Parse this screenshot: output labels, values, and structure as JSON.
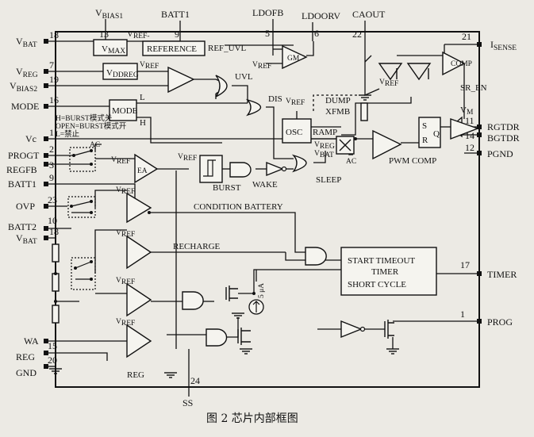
{
  "figure": {
    "caption": "图 2   芯片内部框图"
  },
  "top_pins": {
    "vbias1": "V",
    "vbias1_sub": "BIAS1",
    "batt1": "BATT1",
    "ldofb": "LDOFB",
    "ldoorv": "LDOORV",
    "caout": "CAOUT",
    "n13": "13",
    "n9": "9",
    "n5": "5",
    "n6": "6",
    "n22": "22"
  },
  "left_pins": {
    "vbat": "V",
    "vbat_sub": "BAT",
    "n18": "18",
    "vreg": "V",
    "vreg_sub": "REG",
    "n7": "7",
    "vbias2": "V",
    "vbias2_sub": "BIAS2",
    "n19": "19",
    "mode": "MODE",
    "n16": "16",
    "vc": "Vc",
    "n1": "1",
    "progt": "PROGT",
    "n2": "2",
    "regfb": "REGFB",
    "n3": "3",
    "batt1": "BATT1",
    "n9": "9",
    "ovp": "OVP",
    "n23": "23",
    "batt2": "BATT2",
    "n10": "10",
    "vbat2": "V",
    "vbat2_sub": "BAT",
    "n18b": "18",
    "wa": "WA",
    "regp": "REG",
    "n15": "15",
    "gnd": "GND",
    "n20": "20"
  },
  "right_pins": {
    "isense": "I",
    "isense_sub": "SENSE",
    "n21": "21",
    "rgtdr": "RGTDR",
    "n11": "11",
    "bgtdr": "BGTDR",
    "n14": "14",
    "pgnd": "PGND",
    "n12": "12",
    "timer": "TIMER",
    "n17": "17",
    "prog": "PROG",
    "n1": "1",
    "ss": "SS",
    "n24": "24"
  },
  "blocks": {
    "vmax": "V",
    "vmax_sub": "MAX",
    "vddreg": "V",
    "vddreg_sub": "DDREG",
    "vref_minus": "V",
    "vref_minus_sub": "REF-",
    "reference": "REFERENCE",
    "ref_uvl": "REF_UVL",
    "gm": "GM",
    "mode": "MODE",
    "mode_note_1": "H=BURST模式关",
    "mode_note_2": "OPEN=BURST模式开",
    "mode_note_3": "L=禁止",
    "l": "L",
    "h": "H",
    "uvl": "UVL",
    "dis": "DIS",
    "osc": "OSC",
    "ramp": "RAMP",
    "dump": "DUMP",
    "xfmb": "XFMB",
    "ac": "AC",
    "ac2": "AC",
    "ea": "EA",
    "burst": "BURST",
    "wake": "WAKE",
    "sleep": "SLEEP",
    "pwm_comp": "PWM COMP",
    "comp": "COMP",
    "sr_en": "SR_EN",
    "vm": "V",
    "vm_sub": "M",
    "s": "S",
    "r": "R",
    "q": "Q",
    "condition_battery": "CONDITION BATTERY",
    "recharge": "RECHARGE",
    "timer_l1": "START TIMEOUT",
    "timer_l2": "TIMER",
    "timer_l3": "SHORT CYCLE",
    "current_src": "5 μA",
    "reg": "REG",
    "vreg_in": "V",
    "vreg_in_sub": "REG",
    "vbat_in": "V",
    "vbat_in_sub": "BAT"
  },
  "vref": {
    "v": "V",
    "sub": "REF"
  }
}
